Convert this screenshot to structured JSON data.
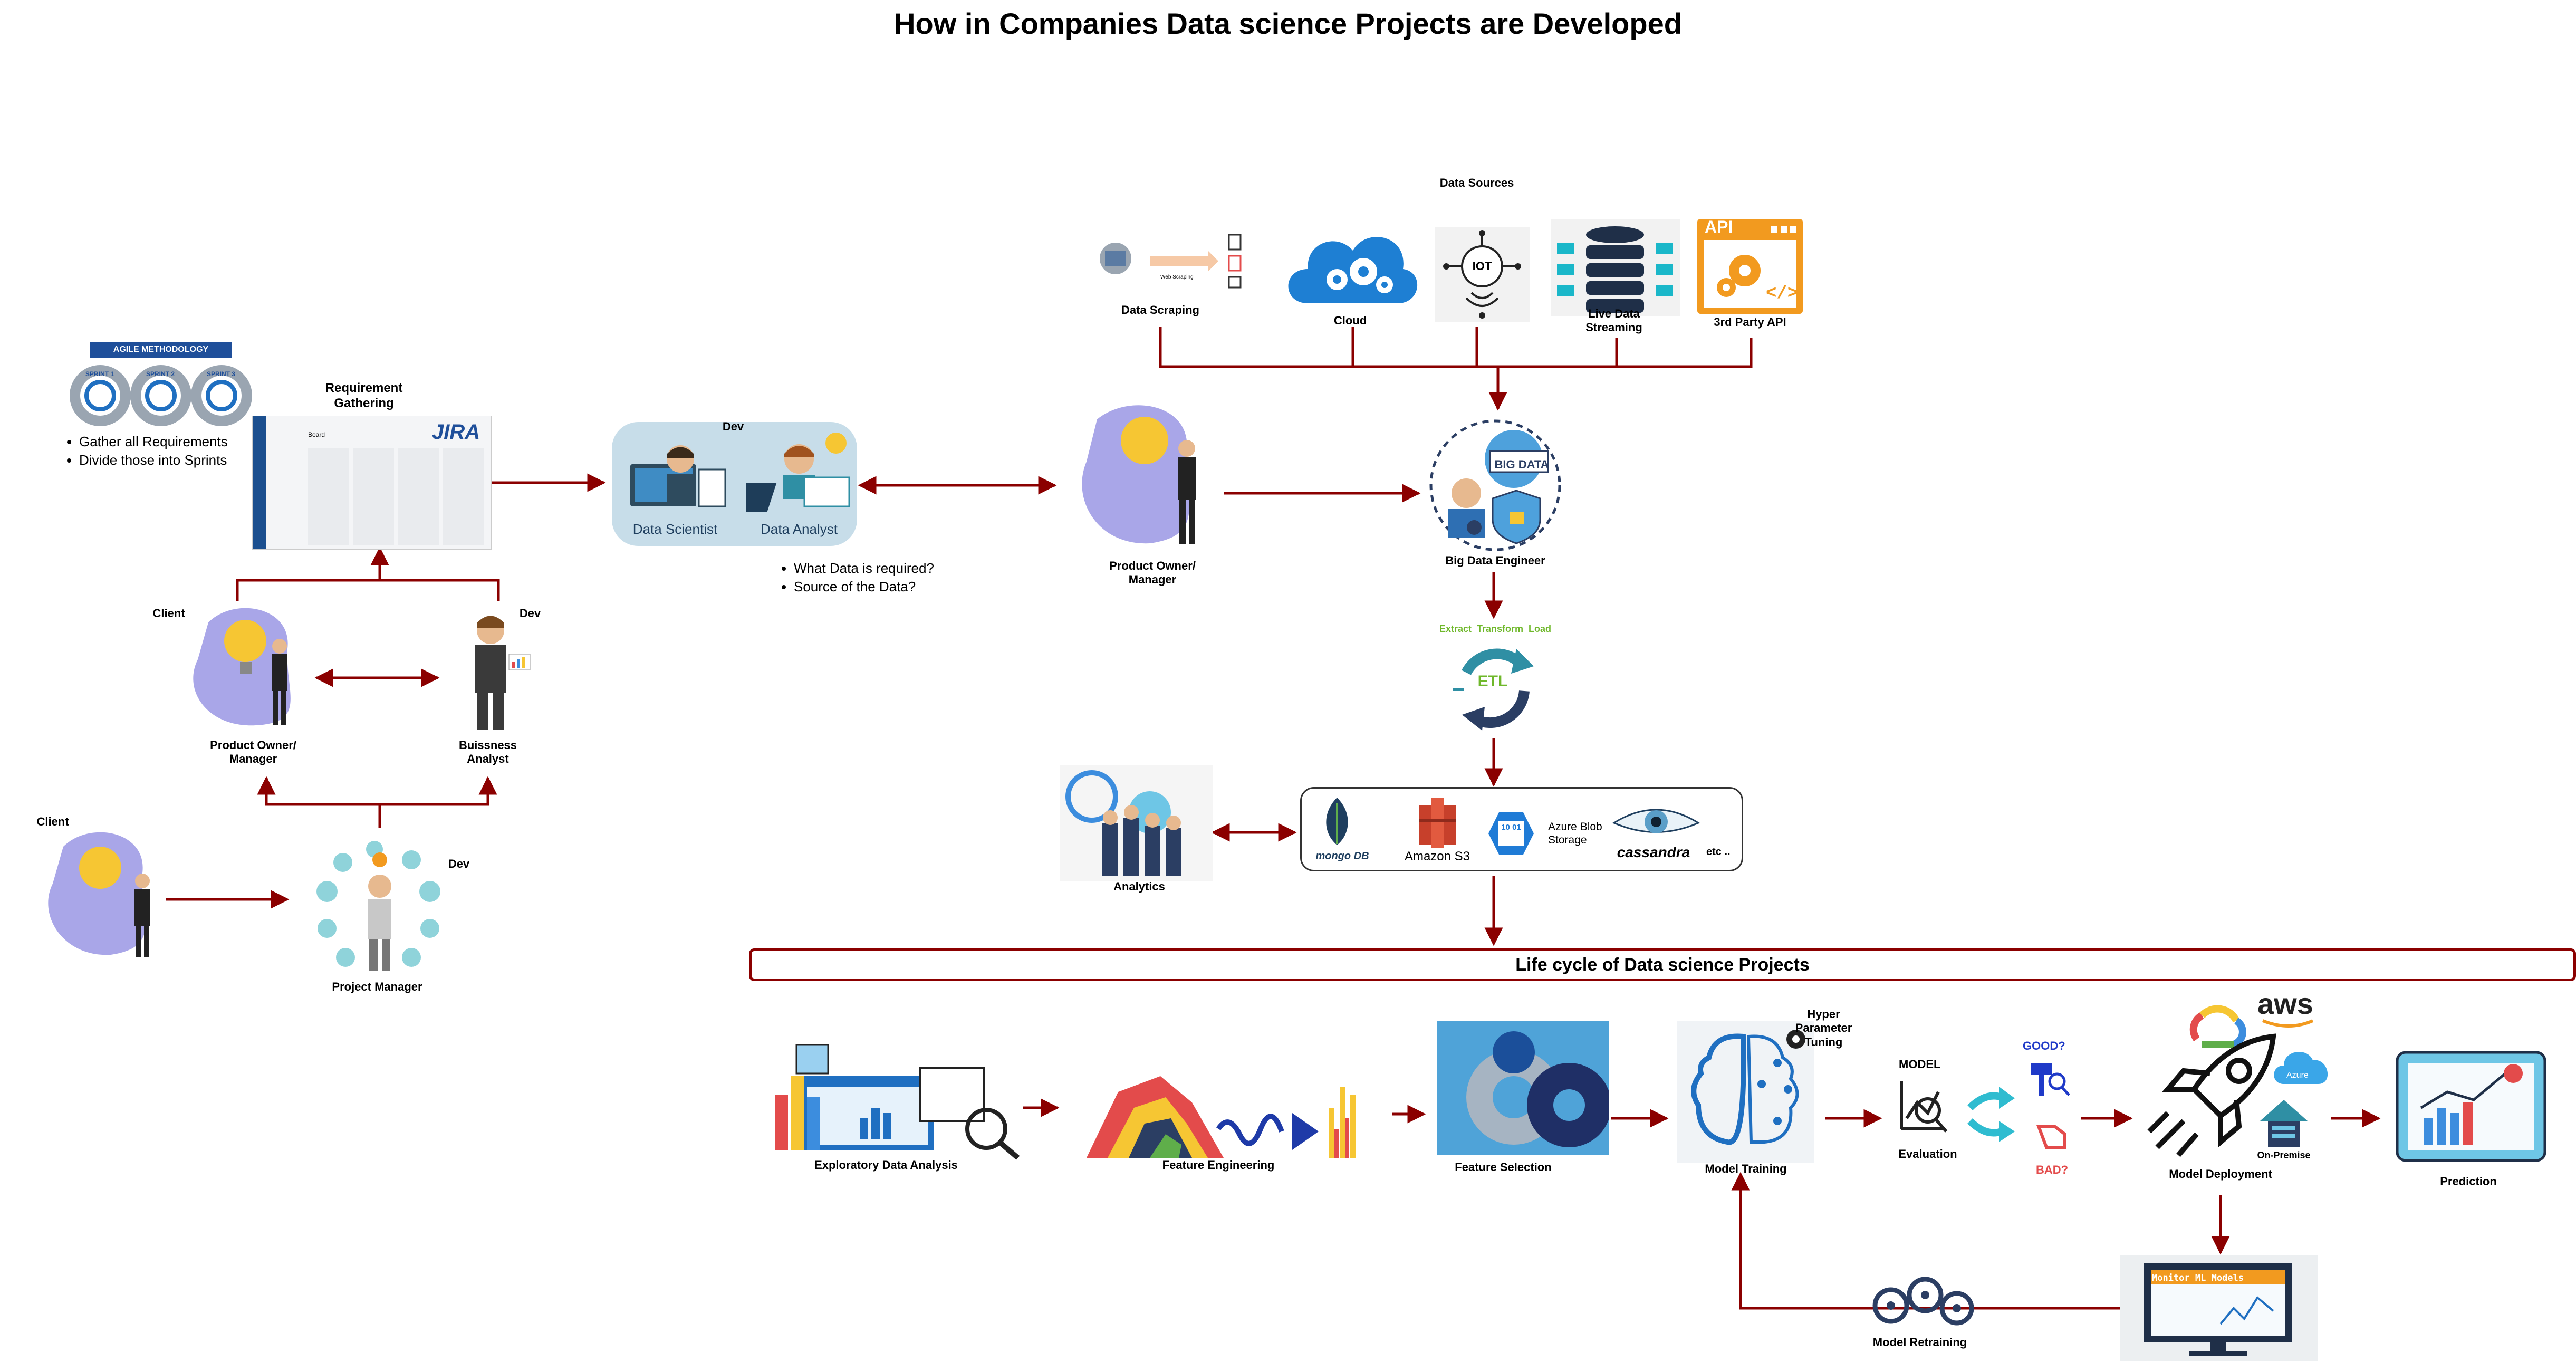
{
  "title": "How in Companies Data science Projects are Developed",
  "left": {
    "agile_badge": "AGILE METHODOLOGY",
    "sprints": [
      "SPRINT 1",
      "SPRINT 2",
      "SPRINT 3"
    ],
    "requirement_gathering": "Requirement Gathering",
    "jira_logo": "JIRA",
    "jira_board": "Board",
    "bullets": [
      "Gather all Requirements",
      "Divide those into Sprints"
    ],
    "client_label": "Client",
    "dev_label": "Dev",
    "product_owner": "Product Owner/ Manager",
    "business_analyst": "Buissness Analyst",
    "client2_label": "Client",
    "dev2_label": "Dev",
    "project_manager": "Project Manager"
  },
  "dev_team": {
    "label": "Dev",
    "data_scientist": "Data Scientist",
    "data_analyst": "Data Analyst",
    "bullets": [
      "What Data is required?",
      "Source of the Data?"
    ]
  },
  "product_owner_center": "Product Owner/ Manager",
  "data_sources": {
    "heading": "Data Sources",
    "items": [
      "Data Scraping",
      "Cloud",
      "Live Data Streaming",
      "3rd Party API"
    ],
    "iot": "IOT",
    "api": "API",
    "scraping_caption": "Web Scraping"
  },
  "big_data": {
    "badge": "BIG DATA",
    "label": "Big Data Engineer"
  },
  "etl": {
    "caption": "Extract  Transform  Load",
    "center": "ETL"
  },
  "storage": {
    "analytics": "Analytics",
    "mongo": "mongo DB",
    "s3": "Amazon S3",
    "azure_blob": "Azure Blob Storage",
    "azure_bits": "10 01",
    "cassandra": "cassandra",
    "etc": "etc .."
  },
  "lifecycle": {
    "title": "Life cycle of Data science Projects",
    "eda": "Exploratory Data Analysis",
    "feature_engineering": "Feature Engineering",
    "feature_selection": "Feature Selection",
    "model_training": "Model Training",
    "hyper_parameter": "Hyper Parameter Tuning",
    "evaluation": "Evaluation",
    "model_text": "MODEL",
    "good": "GOOD?",
    "bad": "BAD?",
    "model_deployment": "Model Deployment",
    "aws": "aws",
    "azure": "Azure",
    "on_premise": "On-Premise",
    "prediction": "Prediction",
    "monitor": "Monitor ML Models",
    "model_retraining": "Model Retraining"
  },
  "colors": {
    "arrow": "#8b0000",
    "blob": "#a9a6e8",
    "bulb": "#f6c633",
    "teal": "#2f8fa4",
    "orange": "#f29a1f",
    "blue": "#1f6fc1"
  }
}
